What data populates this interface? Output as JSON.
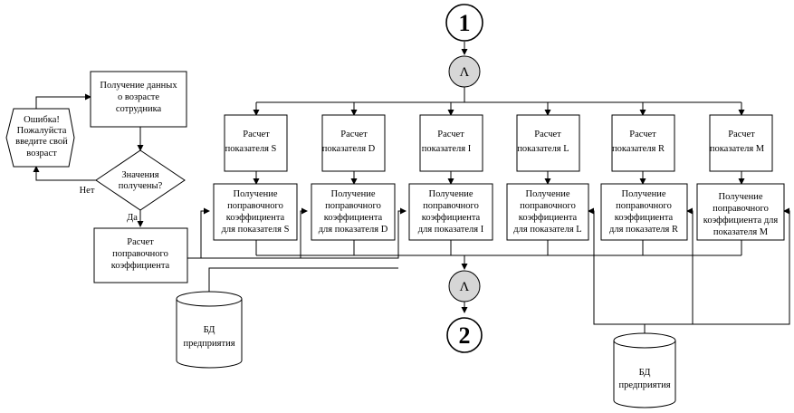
{
  "connectors": {
    "top": "1",
    "bottom": "2",
    "and_top": "Λ",
    "and_bottom": "Λ"
  },
  "left_flow": {
    "get_age": [
      "Получение данных",
      "о возрасте",
      "сотрудника"
    ],
    "error": [
      "Ошибка!",
      "Пожалуйста",
      "введите свой",
      "возраст"
    ],
    "decision": [
      "Значения",
      "получены?"
    ],
    "no_label": "Нет",
    "yes_label": "Да",
    "calc": [
      "Расчет",
      "поправочного",
      "коэффициента"
    ],
    "db": [
      "БД",
      "предприятия"
    ]
  },
  "db_right": [
    "БД",
    "предприятия"
  ],
  "indicators": [
    {
      "calc": [
        "Расчет",
        "показателя S"
      ],
      "coef": [
        "Получение",
        "поправочного",
        "коэффициента",
        "для показателя S"
      ]
    },
    {
      "calc": [
        "Расчет",
        "показателя D"
      ],
      "coef": [
        "Получение",
        "поправочного",
        "коэффициента",
        "для показателя D"
      ]
    },
    {
      "calc": [
        "Расчет",
        "показателя I"
      ],
      "coef": [
        "Получение",
        "поправочного",
        "коэффициента",
        "для показателя I"
      ]
    },
    {
      "calc": [
        "Расчет",
        "показателя L"
      ],
      "coef": [
        "Получение",
        "поправочного",
        "коэффициента",
        "для показателя L"
      ]
    },
    {
      "calc": [
        "Расчет",
        "показателя R"
      ],
      "coef": [
        "Получение",
        "поправочного",
        "коэффициента",
        "для показателя R"
      ]
    },
    {
      "calc": [
        "Расчет",
        "показателя M"
      ],
      "coef": [
        "Получение",
        "поправочного",
        "коэффициента для",
        "показателя M"
      ]
    }
  ]
}
